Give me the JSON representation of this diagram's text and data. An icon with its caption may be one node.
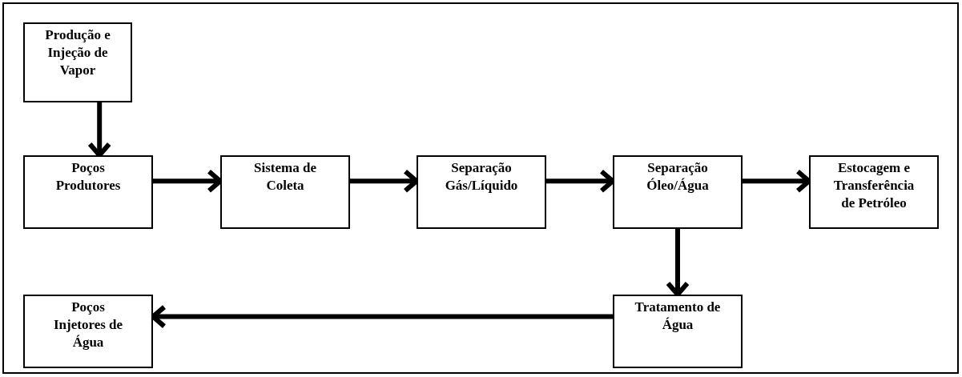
{
  "diagram": {
    "nodes": [
      {
        "text": [
          "Produção e Injeção de Vapor"
        ]
      },
      {
        "text": [
          "Poços Produtores"
        ]
      },
      {
        "text": [
          "Sistema de Coleta"
        ]
      },
      {
        "text": [
          "Separação Gás/Líquido"
        ]
      },
      {
        "text": [
          "Separação Óleo/Água"
        ]
      },
      {
        "text": [
          "Estocagem e Transferência de Petróleo"
        ]
      },
      {
        "text": [
          "Poços Injetores de Água"
        ]
      },
      {
        "text": [
          "Tratamento de Água"
        ]
      }
    ],
    "edges": [
      {
        "from": 0,
        "to": 1,
        "arrow": "to"
      },
      {
        "from": 1,
        "to": 2,
        "arrow": "to"
      },
      {
        "from": 2,
        "to": 3,
        "arrow": "to"
      },
      {
        "from": 3,
        "to": 4,
        "arrow": "to"
      },
      {
        "from": 4,
        "to": 5,
        "arrow": "to"
      },
      {
        "from": 4,
        "to": 7,
        "arrow": "to"
      },
      {
        "from": 7,
        "to": 6,
        "arrow": "to"
      }
    ]
  }
}
